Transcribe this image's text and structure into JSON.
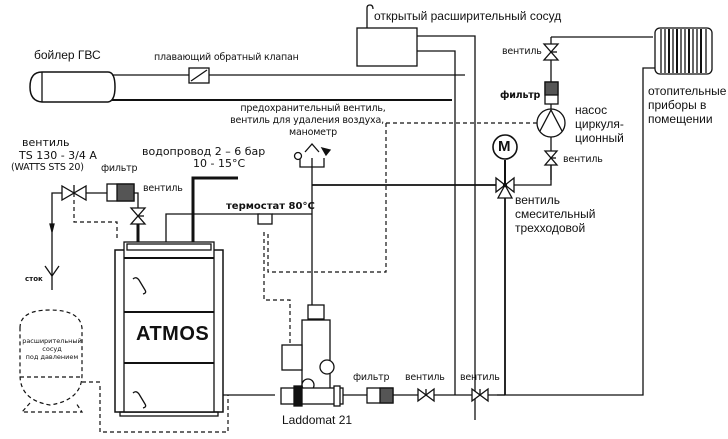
{
  "diagram": {
    "title": "Схема подключения котла ATMOS с Laddomat 21",
    "brand_label": "ATMOS",
    "labels": {
      "dhw_boiler": "бойлер ГВС",
      "floating_check_valve": "плавающий обратный клапан",
      "open_expansion_vessel": "открытый расширительный сосуд",
      "valve_top_right": "вентиль",
      "filter_pump": "фильтр",
      "pump_line1": "насос",
      "pump_line2": "циркуля-",
      "pump_line3": "ционный",
      "valve_below_pump": "вентиль",
      "radiators_line1": "отопительные",
      "radiators_line2": "приборы в",
      "radiators_line3": "помещении",
      "safety_line1": "предохранительный вентиль,",
      "safety_line2": "вентиль для удаления воздуха,",
      "safety_line3": "манометр",
      "motor": "M",
      "mixing_valve_line1": "вентиль",
      "mixing_valve_line2": "смесительный",
      "mixing_valve_line3": "трехходовой",
      "ts_valve_line1": "вентиль",
      "ts_valve_line2": "TS 130 - 3/4 A",
      "ts_valve_line3": "(WATTS STS 20)",
      "filter_ts": "фильтр",
      "valve_left": "вентиль",
      "water_supply_line1": "водопровод  2 – 6 бар",
      "water_supply_line2": "10 - 15°C",
      "thermostat": "термостат 80°C",
      "drain": "сток",
      "pressure_vessel_line1": "расширительный",
      "pressure_vessel_line2": "сосуд",
      "pressure_vessel_line3": "под давлением",
      "laddomat": "Laddomat 21",
      "filter_bottom": "фильтр",
      "valve_bottom_1": "вентиль",
      "valve_bottom_2": "вентиль"
    },
    "colors": {
      "line": "#111111",
      "filter_fill": "#555555",
      "background": "#ffffff"
    }
  }
}
